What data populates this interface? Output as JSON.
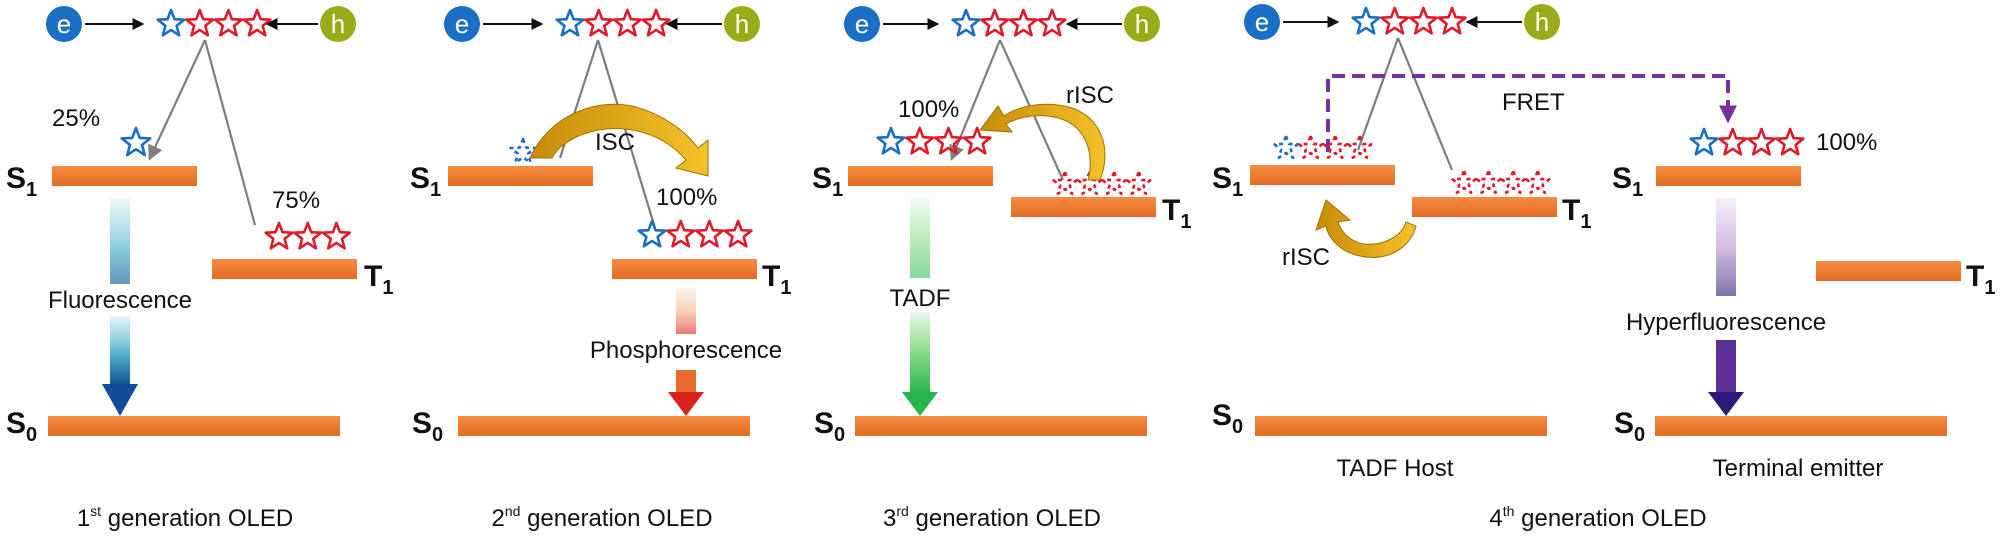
{
  "colors": {
    "electron": "#1a6fc4",
    "hole": "#9aab1a",
    "singlet_star": "#1a6fc4",
    "triplet_star": "#e01a2a",
    "level_bar": "#f07f32",
    "fret_arrow": "#7a2fa0",
    "isc_arrow": "#d9a514"
  },
  "carriers": {
    "electron": "e",
    "hole": "h"
  },
  "levels": {
    "s": "S",
    "t": "T",
    "one": "1",
    "zero": "0"
  },
  "panels": [
    {
      "caption_pre": "1",
      "caption_sup": "st",
      "caption_post": " generation OLED",
      "singlet_pct": "25%",
      "triplet_pct": "75%",
      "emission": "Fluorescence"
    },
    {
      "caption_pre": "2",
      "caption_sup": "nd",
      "caption_post": " generation OLED",
      "isc": "ISC",
      "triplet_pct": "100%",
      "emission": "Phosphorescence"
    },
    {
      "caption_pre": "3",
      "caption_sup": "rd",
      "caption_post": " generation OLED",
      "singlet_pct": "100%",
      "risc": "rISC",
      "emission": "TADF"
    },
    {
      "caption_pre": "4",
      "caption_sup": "th",
      "caption_post": " generation OLED",
      "fret": "FRET",
      "risc": "rISC",
      "emitter_pct": "100%",
      "emission": "Hyperfluorescence",
      "host_label": "TADF Host",
      "emitter_label": "Terminal emitter"
    }
  ]
}
